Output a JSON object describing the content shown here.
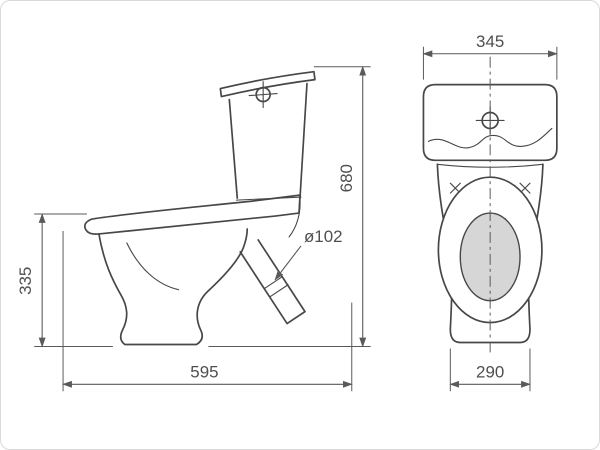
{
  "dimensions": {
    "overall_height": "680",
    "overall_depth": "595",
    "bowl_height": "335",
    "outlet_diameter": "ø102",
    "tank_width": "345",
    "base_width": "290"
  },
  "colors": {
    "line": "#474747",
    "dim-line": "#5a5a5a",
    "dim-text": "#4f4f4f",
    "bowl-fill": "#d6d6d6",
    "background": "#ffffff",
    "frame-border": "#d9d9d9"
  }
}
